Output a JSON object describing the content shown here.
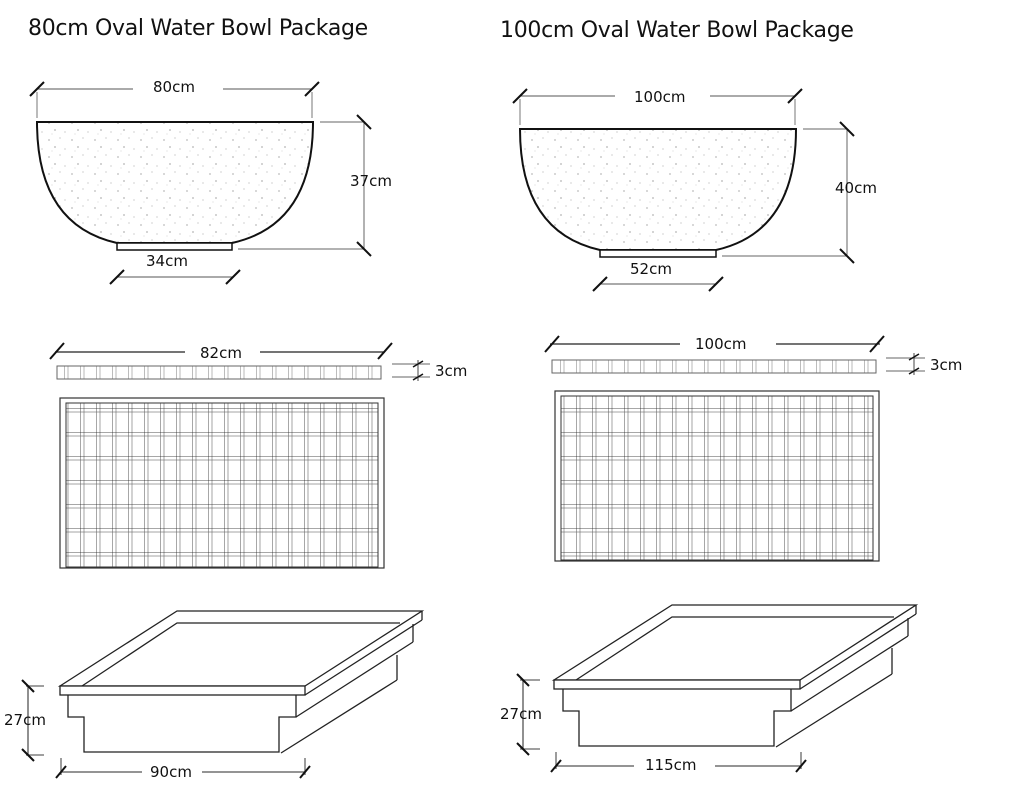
{
  "left": {
    "title": "80cm Oval Water Bowl Package",
    "bowl": {
      "top_width": "80cm",
      "height": "37cm",
      "base_width": "34cm"
    },
    "grate": {
      "width": "82cm",
      "thickness": "3cm"
    },
    "basin": {
      "height": "27cm",
      "width": "90cm"
    }
  },
  "right": {
    "title": "100cm Oval Water Bowl Package",
    "bowl": {
      "top_width": "100cm",
      "height": "40cm",
      "base_width": "52cm"
    },
    "grate": {
      "width": "100cm",
      "thickness": "3cm"
    },
    "basin": {
      "height": "27cm",
      "width": "115cm"
    }
  },
  "colors": {
    "line": "#111111",
    "dim_line": "#555555",
    "background": "#ffffff"
  }
}
